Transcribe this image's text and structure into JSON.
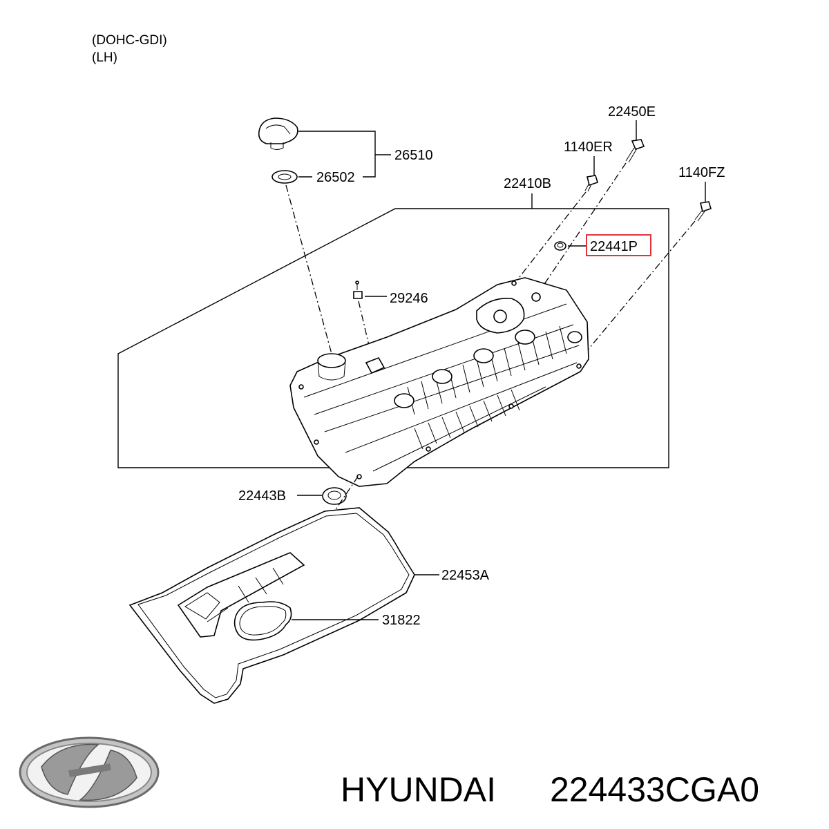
{
  "header": {
    "engine": "(DOHC-GDI)",
    "side": "(LH)"
  },
  "parts": {
    "cap": "26510",
    "cap_gasket": "26502",
    "cover_assy": "22410B",
    "bolt_top": "22450E",
    "bolt_er": "1140ER",
    "bolt_fz": "1140FZ",
    "highlighted": "22441P",
    "pcv_fitting": "29246",
    "seal": "22443B",
    "gasket": "22453A",
    "plug_gasket": "31822"
  },
  "highlight_color": "#e0343c",
  "footer": {
    "brand": "HYUNDAI",
    "part_number": "224433CGA0",
    "logo": "hyundai-logo"
  }
}
